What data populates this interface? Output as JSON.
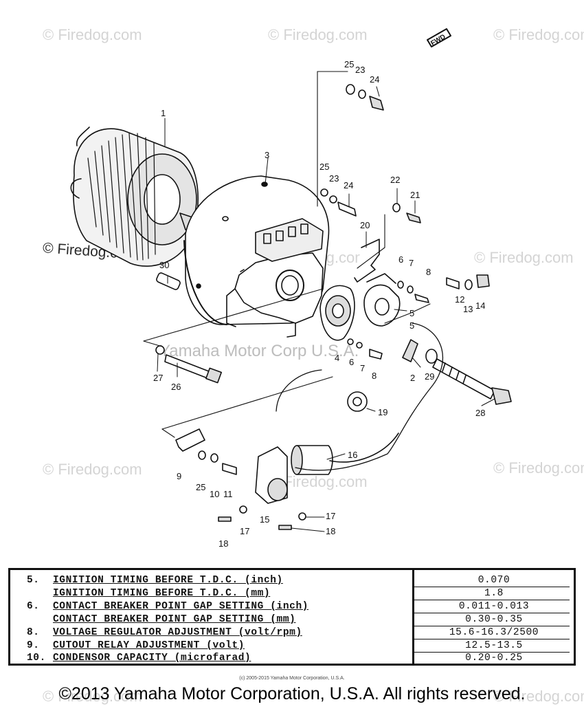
{
  "watermarks": {
    "brand": "© Firedog.com",
    "brand_plain": "Firedog.com",
    "overlay": "Yamaha Motor Corp U.S.A."
  },
  "diagram": {
    "front_tag": "FWD",
    "callouts": [
      "1",
      "2",
      "3",
      "4",
      "5",
      "5",
      "6",
      "6",
      "7",
      "7",
      "8",
      "8",
      "9",
      "10",
      "11",
      "12",
      "13",
      "14",
      "15",
      "16",
      "17",
      "17",
      "18",
      "18",
      "19",
      "20",
      "21",
      "22",
      "23",
      "23",
      "24",
      "24",
      "25",
      "25",
      "25",
      "26",
      "27",
      "28",
      "29",
      "30"
    ]
  },
  "spec_table": {
    "rows": [
      {
        "num": "5.",
        "label": "IGNITION TIMING BEFORE T.D.C. (inch)",
        "value": "0.070"
      },
      {
        "num": "",
        "label": "IGNITION TIMING BEFORE T.D.C. (mm)",
        "value": "1.8"
      },
      {
        "num": "6.",
        "label": "CONTACT BREAKER POINT GAP SETTING (inch)",
        "value": "0.011-0.013"
      },
      {
        "num": "",
        "label": "CONTACT BREAKER POINT GAP SETTING (mm)",
        "value": "0.30-0.35"
      },
      {
        "num": "8.",
        "label": "VOLTAGE REGULATOR ADJUSTMENT (volt/rpm)",
        "value": "15.6-16.3/2500"
      },
      {
        "num": "9.",
        "label": "CUTOUT RELAY ADJUSTMENT (volt)",
        "value": "12.5-13.5"
      },
      {
        "num": "10.",
        "label": "CONDENSOR CAPACITY (microfarad)",
        "value": "0.20-0.25"
      }
    ]
  },
  "footer": {
    "small": "(c) 2005-2015 Yamaha Motor Corporation, U.S.A.",
    "main": "©2013 Yamaha Motor Corporation, U.S.A. All rights reserved."
  }
}
